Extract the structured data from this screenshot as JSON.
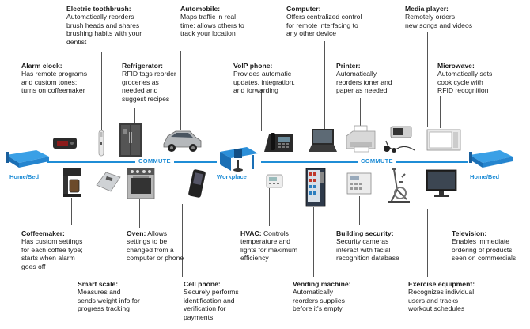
{
  "commute_label": "COMMUTE",
  "places": {
    "home_start": "Home/Bed",
    "workplace": "Workplace",
    "home_end": "Home/Bed"
  },
  "colors": {
    "timeline": "#1f8dd6",
    "device_dark": "#333333",
    "device_light": "#d8d8d8"
  },
  "top_devices": [
    {
      "key": "alarm",
      "title": "Alarm clock:",
      "lines": [
        "Has remote programs",
        "and custom tones;",
        "turns on coffeemaker"
      ],
      "icon": "alarm-clock-icon"
    },
    {
      "key": "toothbrush",
      "title": "Electric toothbrush:",
      "lines": [
        "Automatically reorders",
        "brush heads and shares",
        "brushing habits with your",
        "dentist"
      ],
      "icon": "toothbrush-icon"
    },
    {
      "key": "fridge",
      "title": "Refrigerator:",
      "lines": [
        "RFID tags reorder",
        "groceries as",
        "needed and",
        "suggest recipes"
      ],
      "icon": "refrigerator-icon"
    },
    {
      "key": "car",
      "title": "Automobile:",
      "lines": [
        "Maps traffic in real",
        "time; allows others to",
        "track your location"
      ],
      "icon": "car-icon"
    },
    {
      "key": "voip",
      "title": "VoIP phone:",
      "lines": [
        "Provides automatic",
        "updates, integration,",
        "and forwarding"
      ],
      "icon": "voip-phone-icon"
    },
    {
      "key": "computer",
      "title": "Computer:",
      "lines": [
        "Offers centralized control",
        "for remote interfacing to",
        "any other device"
      ],
      "icon": "laptop-icon"
    },
    {
      "key": "printer",
      "title": "Printer:",
      "lines": [
        "Automatically",
        "reorders toner and",
        "paper as needed"
      ],
      "icon": "printer-icon"
    },
    {
      "key": "media",
      "title": "Media player:",
      "lines": [
        "Remotely orders",
        "new songs and videos"
      ],
      "icon": "media-player-icon"
    },
    {
      "key": "microwave",
      "title": "Microwave:",
      "lines": [
        "Automatically sets",
        "cook cycle with",
        "RFID recognition"
      ],
      "icon": "microwave-icon"
    }
  ],
  "bottom_devices": [
    {
      "key": "coffee",
      "title": "Coffeemaker:",
      "lines": [
        "Has custom settings",
        "for each coffee type;",
        "starts when alarm",
        "goes off"
      ],
      "icon": "coffeemaker-icon"
    },
    {
      "key": "scale",
      "title": "Smart scale:",
      "lines": [
        "Measures and",
        "sends weight info for",
        "progress tracking"
      ],
      "icon": "scale-icon"
    },
    {
      "key": "oven",
      "title": "Oven:",
      "title_inline": " Allows",
      "lines": [
        "settings to be",
        "changed from a",
        "computer or phone"
      ],
      "icon": "oven-icon"
    },
    {
      "key": "cell",
      "title": "Cell phone:",
      "lines": [
        "Securely performs",
        "identification and",
        "verification for",
        "payments"
      ],
      "icon": "cell-phone-icon"
    },
    {
      "key": "hvac",
      "title": "HVAC:",
      "title_inline": " Controls",
      "lines": [
        "temperature and",
        "lights for maximum",
        "efficiency"
      ],
      "icon": "thermostat-icon"
    },
    {
      "key": "vending",
      "title": "Vending machine:",
      "lines": [
        "Automatically",
        "reorders supplies",
        "before it's empty"
      ],
      "icon": "vending-machine-icon"
    },
    {
      "key": "security",
      "title": "Building security:",
      "lines": [
        "Security cameras",
        "interact with facial",
        "recognition database"
      ],
      "icon": "security-panel-icon"
    },
    {
      "key": "exercise",
      "title": "Exercise equipment:",
      "lines": [
        "Recognizes individual",
        "users and tracks",
        "workout schedules"
      ],
      "icon": "exercise-bike-icon"
    },
    {
      "key": "tv",
      "title": "Television:",
      "lines": [
        "Enables immediate",
        "ordering of products",
        "seen on commercials"
      ],
      "icon": "television-icon"
    }
  ]
}
